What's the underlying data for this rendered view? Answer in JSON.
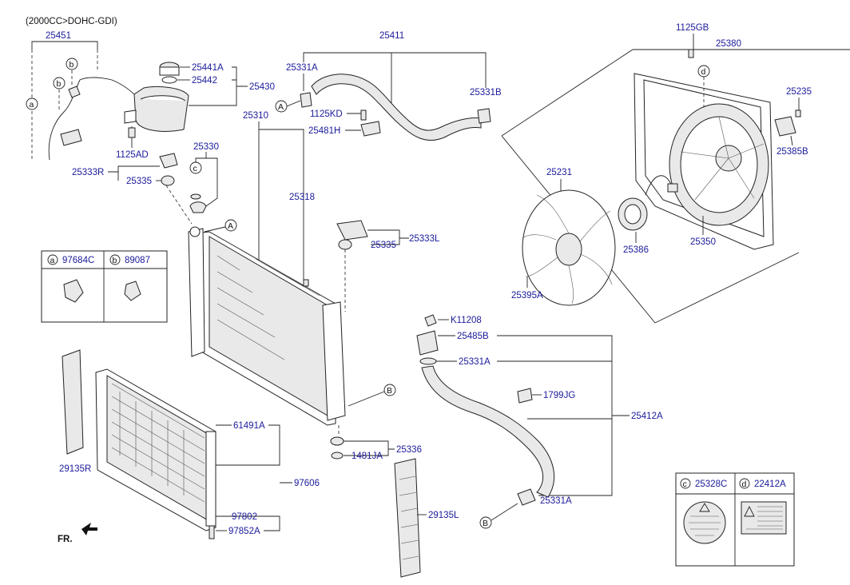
{
  "header": {
    "engine_note": "(2000CC>DOHC-GDI)"
  },
  "parts": {
    "p25451": "25451",
    "p25441A": "25441A",
    "p25442": "25442",
    "p25430": "25430",
    "p1125AD": "1125AD",
    "p25333R": "25333R",
    "p25335_top": "25335",
    "p25330": "25330",
    "p25310": "25310",
    "p25318": "25318",
    "p25411": "25411",
    "p25331A_top": "25331A",
    "p25331B": "25331B",
    "p1125KD": "1125KD",
    "p25481H": "25481H",
    "p25333L": "25333L",
    "p25335_mid": "25335",
    "p1125GB": "1125GB",
    "p25380": "25380",
    "p25235": "25235",
    "p25385B": "25385B",
    "p25231": "25231",
    "p25386": "25386",
    "p25350": "25350",
    "p25395A": "25395A",
    "pK11208": "K11208",
    "p25485B": "25485B",
    "p25331A_mid": "25331A",
    "p1799JG": "1799JG",
    "p25412A": "25412A",
    "p25331A_low": "25331A",
    "p61491A": "61491A",
    "p97606": "97606",
    "p97802": "97802",
    "p97852A": "97852A",
    "p29135R": "29135R",
    "p25336": "25336",
    "p1481JA": "1481JA",
    "p29135L": "29135L"
  },
  "callouts": {
    "a": "a",
    "b": "b",
    "c": "c",
    "d": "d",
    "A": "A",
    "B": "B"
  },
  "legend_left": {
    "a_code": "97684C",
    "b_code": "89087"
  },
  "legend_right": {
    "c_code": "25328C",
    "d_code": "22412A"
  },
  "direction": {
    "fr_label": "FR."
  }
}
